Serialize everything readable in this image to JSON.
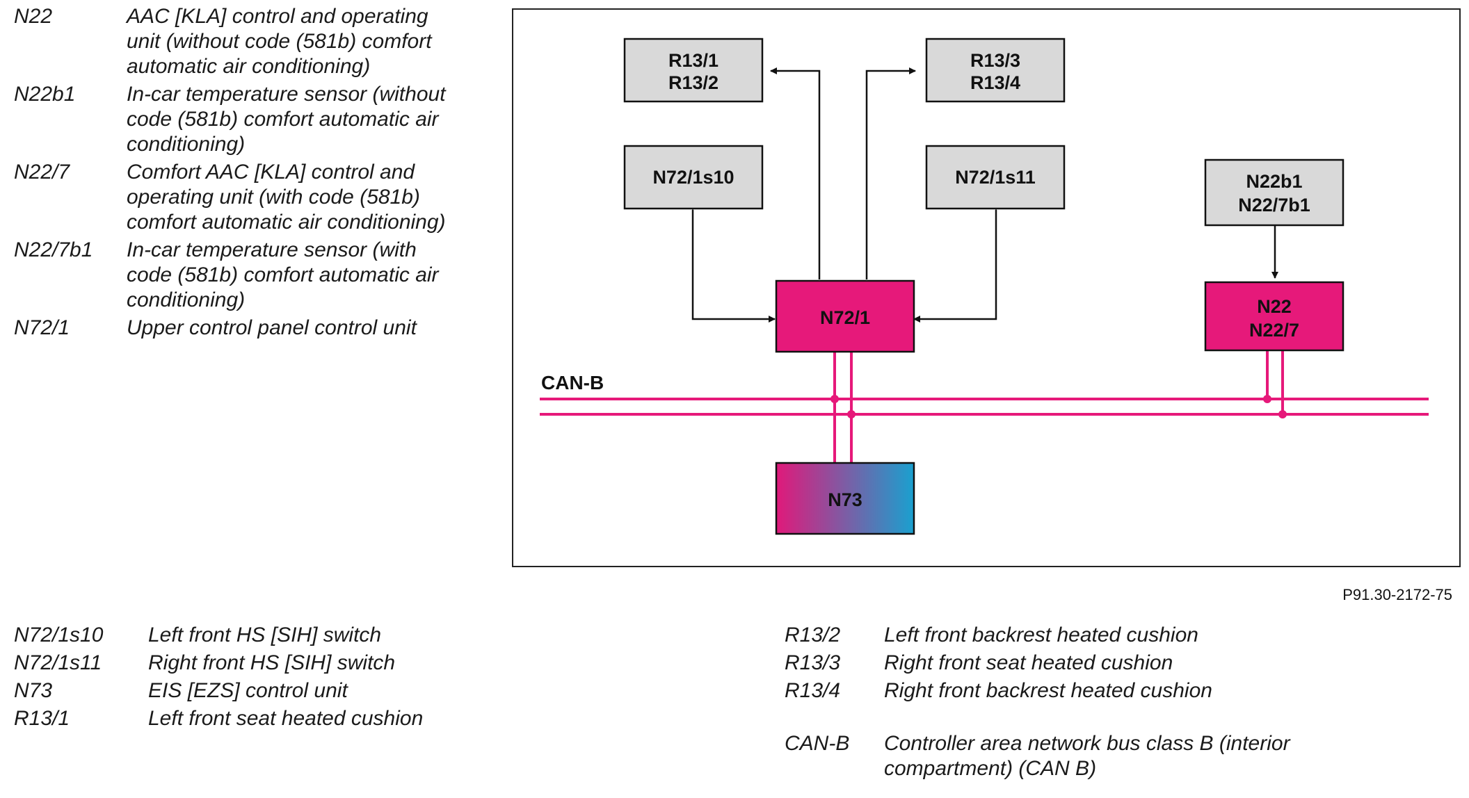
{
  "legend_top": [
    {
      "code": "N22",
      "desc": "AAC [KLA] control and operating unit (without code (581b) comfort automatic air conditioning)"
    },
    {
      "code": "N22b1",
      "desc": "In-car temperature sensor (without code (581b) comfort automatic air conditioning)"
    },
    {
      "code": "N22/7",
      "desc": "Comfort AAC [KLA] control and operating unit (with code (581b) comfort automatic air conditioning)"
    },
    {
      "code": "N22/7b1",
      "desc": "In-car temperature sensor (with code (581b) comfort automatic air conditioning)"
    },
    {
      "code": "N72/1",
      "desc": "Upper control panel control unit"
    }
  ],
  "legend_bottom_left": [
    {
      "code": "N72/1s10",
      "desc": "Left front HS [SIH] switch"
    },
    {
      "code": "N72/1s11",
      "desc": "Right front HS [SIH] switch"
    },
    {
      "code": "N73",
      "desc": "EIS [EZS] control unit"
    },
    {
      "code": "R13/1",
      "desc": "Left front seat heated cushion"
    }
  ],
  "legend_bottom_right": [
    {
      "code": "R13/2",
      "desc": "Left front backrest heated cushion"
    },
    {
      "code": "R13/3",
      "desc": "Right front seat heated cushion"
    },
    {
      "code": "R13/4",
      "desc": "Right front backrest heated cushion"
    },
    {
      "code": "CAN-B",
      "desc": "Controller area network bus class B (interior compartment) (CAN B)"
    }
  ],
  "diagram": {
    "boxes": {
      "r13_12": [
        "R13/1",
        "R13/2"
      ],
      "r13_34": [
        "R13/3",
        "R13/4"
      ],
      "n72_1s10": [
        "N72/1s10"
      ],
      "n72_1s11": [
        "N72/1s11"
      ],
      "n22b1": [
        "N22b1",
        "N22/7b1"
      ],
      "n72_1": [
        "N72/1"
      ],
      "n22": [
        "N22",
        "N22/7"
      ],
      "n73": [
        "N73"
      ]
    },
    "bus_label": "CAN-B",
    "colors": {
      "module_gray": "#d9d9d9",
      "control_unit_magenta": "#e6197a",
      "bus_magenta": "#e6197a",
      "n73_gradient_start": "#e0197a",
      "n73_gradient_end": "#1aa0cf"
    }
  },
  "figure_ref": "P91.30-2172-75"
}
